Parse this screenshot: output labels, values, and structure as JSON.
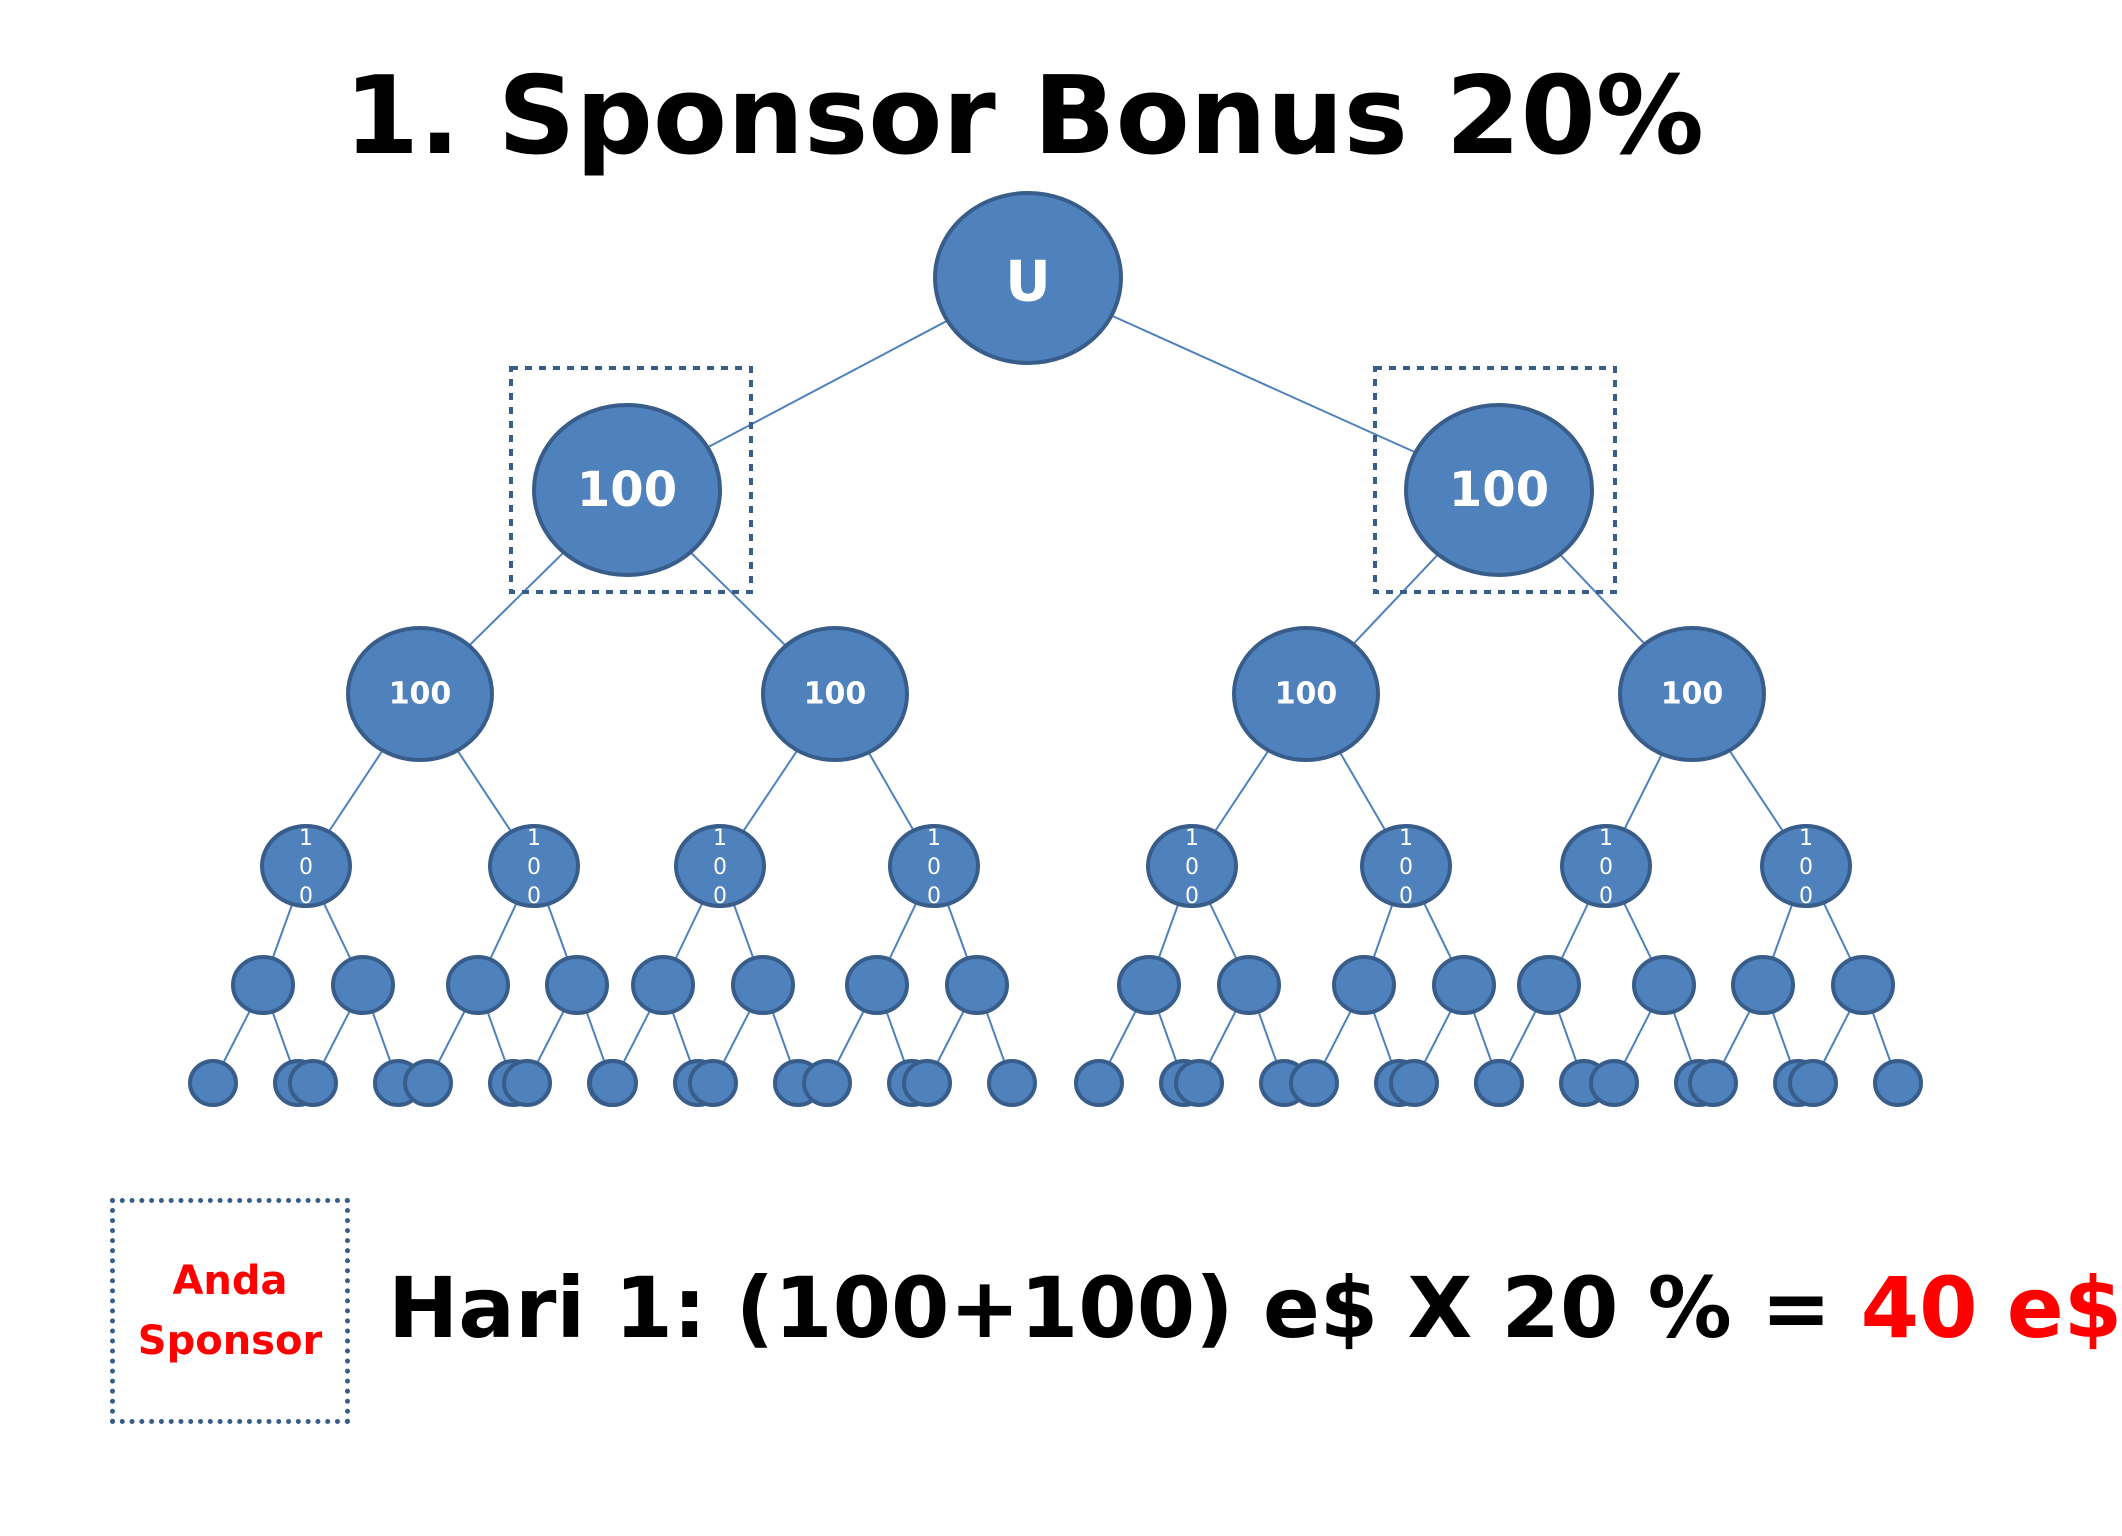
{
  "title": "1. Sponsor Bonus 20%",
  "tree": {
    "root_label": "U",
    "level1_label": "100",
    "level2_label": "100",
    "level3_label": "100",
    "colors": {
      "node_fill": "#4f81bd",
      "node_stroke": "#385d8a",
      "edge": "#4f81bd",
      "highlight_box": "#385d8a"
    }
  },
  "legend": {
    "line1": "Anda",
    "line2": "Sponsor"
  },
  "formula": {
    "expression": "Hari 1: (100+100) e$ X 20 % = ",
    "result": "40 e$",
    "result_color": "#ff0000"
  }
}
